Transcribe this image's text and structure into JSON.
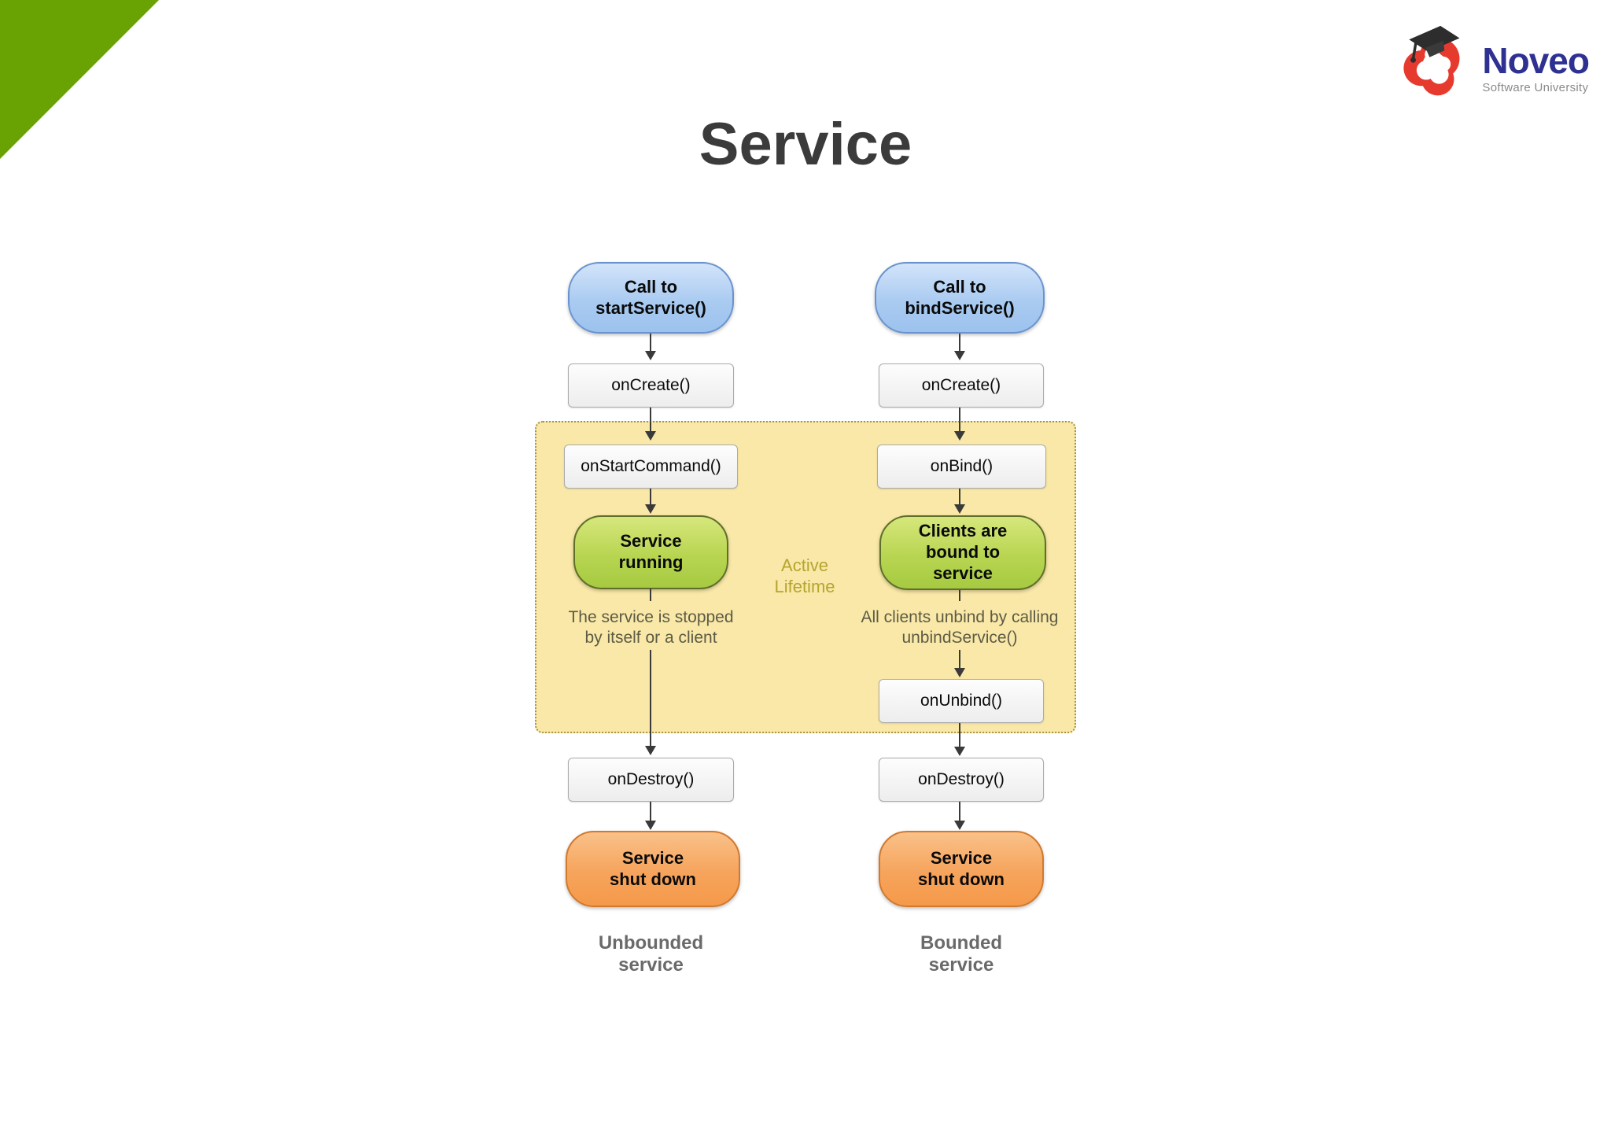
{
  "slide": {
    "title": "Service",
    "background": "#ffffff",
    "corner_accent_color": "#69a303"
  },
  "logo": {
    "brand": "Noveo",
    "subtitle": "Software University",
    "brand_color": "#2e3192",
    "mark_red": "#e63a2e",
    "cap_color": "#2d2d2d",
    "subtitle_color": "#8a8a8a"
  },
  "diagram": {
    "active_lifetime": "Active\nLifetime",
    "columns": {
      "left": {
        "call": "Call to\nstartService()",
        "on_create": "onCreate()",
        "on_start_command": "onStartCommand()",
        "running": "Service\nrunning",
        "caption": "The service is stopped\nby itself or a client",
        "on_destroy": "onDestroy()",
        "shutdown": "Service\nshut down",
        "footer": "Unbounded\nservice"
      },
      "right": {
        "call": "Call to\nbindService()",
        "on_create": "onCreate()",
        "on_bind": "onBind()",
        "bound": "Clients are\nbound to\nservice",
        "caption": "All clients unbind by calling\nunbindService()",
        "on_unbind": "onUnbind()",
        "on_destroy": "onDestroy()",
        "shutdown": "Service\nshut down",
        "footer": "Bounded\nservice"
      }
    },
    "colors": {
      "blue_fill": "#aacbf1",
      "blue_border": "#6893cf",
      "green_fill": "#b8d551",
      "green_border": "#5f6f2a",
      "orange_fill": "#f6a45c",
      "orange_border": "#d07a2f",
      "box_border": "#aaaaaa",
      "active_region_fill": "#f9e8a7",
      "active_region_border": "#a5944a",
      "active_label_color": "#b5a52f",
      "arrow_color": "#3a3a3a"
    }
  }
}
